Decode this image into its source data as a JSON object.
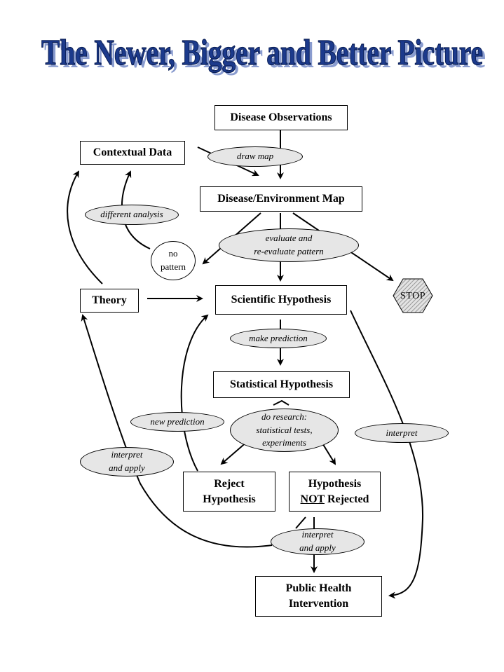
{
  "title": "The Newer, Bigger and Better Picture",
  "nodes": {
    "disease_observations": "Disease Observations",
    "contextual_data": "Contextual Data",
    "disease_environment_map": "Disease/Environment Map",
    "no_pattern": "no\npattern",
    "theory": "Theory",
    "scientific_hypothesis": "Scientific Hypothesis",
    "stop": "STOP",
    "statistical_hypothesis": "Statistical Hypothesis",
    "reject_hypothesis": "Reject\nHypothesis",
    "hypothesis_not_rejected_line1": "Hypothesis",
    "hypothesis_not_rejected_not": "NOT",
    "hypothesis_not_rejected_rest": " Rejected",
    "public_health_intervention": "Public Health\nIntervention"
  },
  "edge_labels": {
    "draw_map": "draw map",
    "different_analysis": "different analysis",
    "evaluate": "evaluate and\nre-evaluate pattern",
    "make_prediction": "make prediction",
    "new_prediction": "new prediction",
    "do_research": "do research:\nstatistical tests,\nexperiments",
    "interpret_apply_left": "interpret\nand apply",
    "interpret_right": "interpret",
    "interpret_apply_bottom": "interpret\nand apply"
  },
  "colors": {
    "title_fill": "#1c3a8c",
    "title_shadow": "#8a9ccf",
    "label_fill": "#e6e6e6",
    "stop_fill": "#dcdcdc"
  }
}
